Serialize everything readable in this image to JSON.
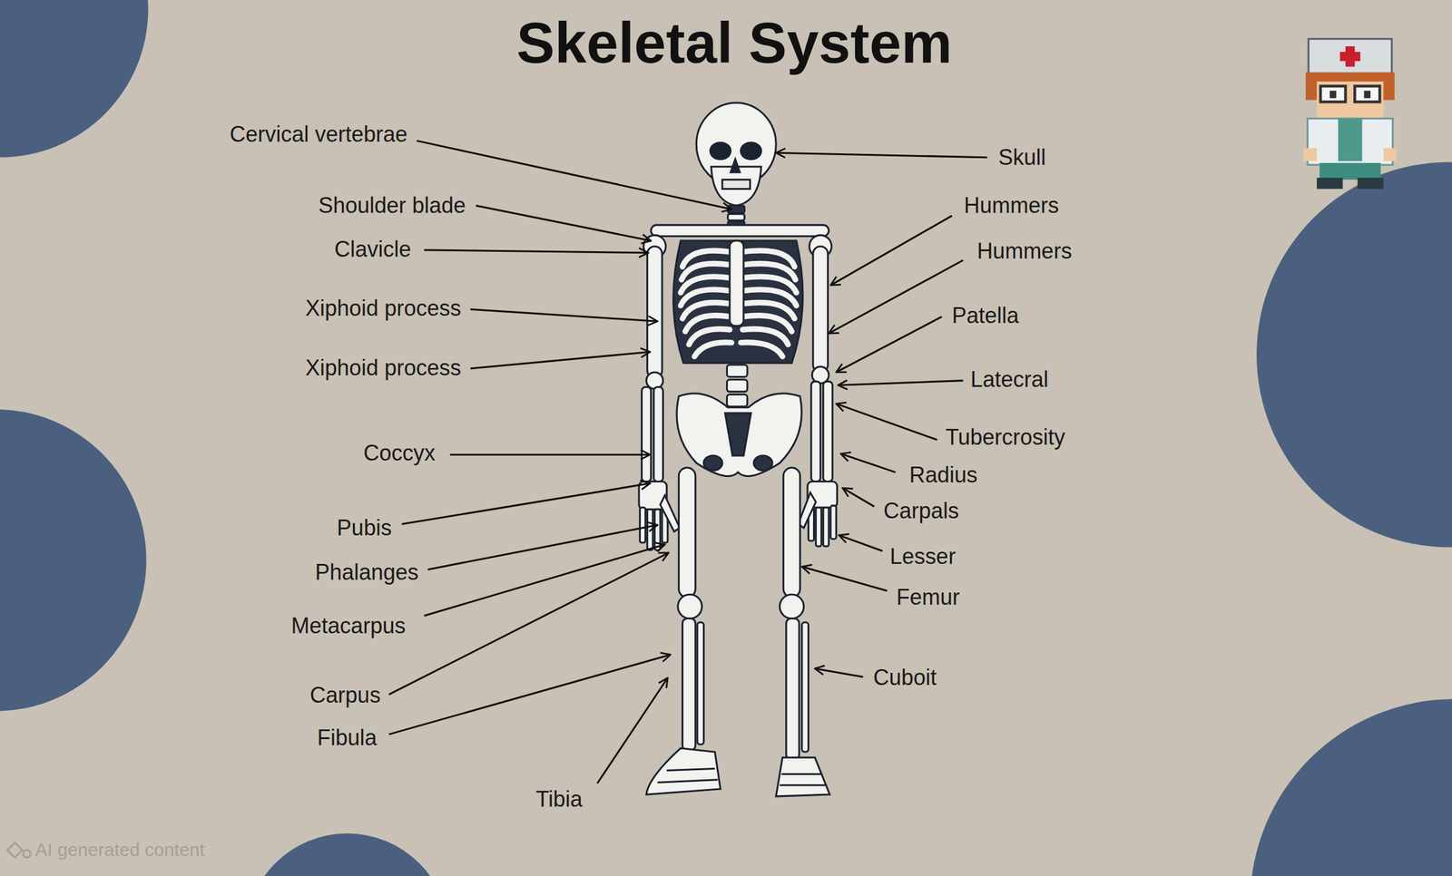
{
  "diagram": {
    "title": "Skeletal System",
    "labels": [
      "Cervical vertebrae",
      "Skull",
      "Shoulder blade",
      "Hummers",
      "Clavicle",
      "Hummers",
      "Xiphoid process",
      "Patella",
      "Xiphoid process",
      "Latecral",
      "Tubercrosity",
      "Coccyx",
      "Radius",
      "Carpals",
      "Pubis",
      "Lesser",
      "Phalanges",
      "Femur",
      "Metacarpus",
      "Cuboit",
      "Carpus",
      "Fibula",
      "Tibia",
      "AI generated content"
    ]
  }
}
